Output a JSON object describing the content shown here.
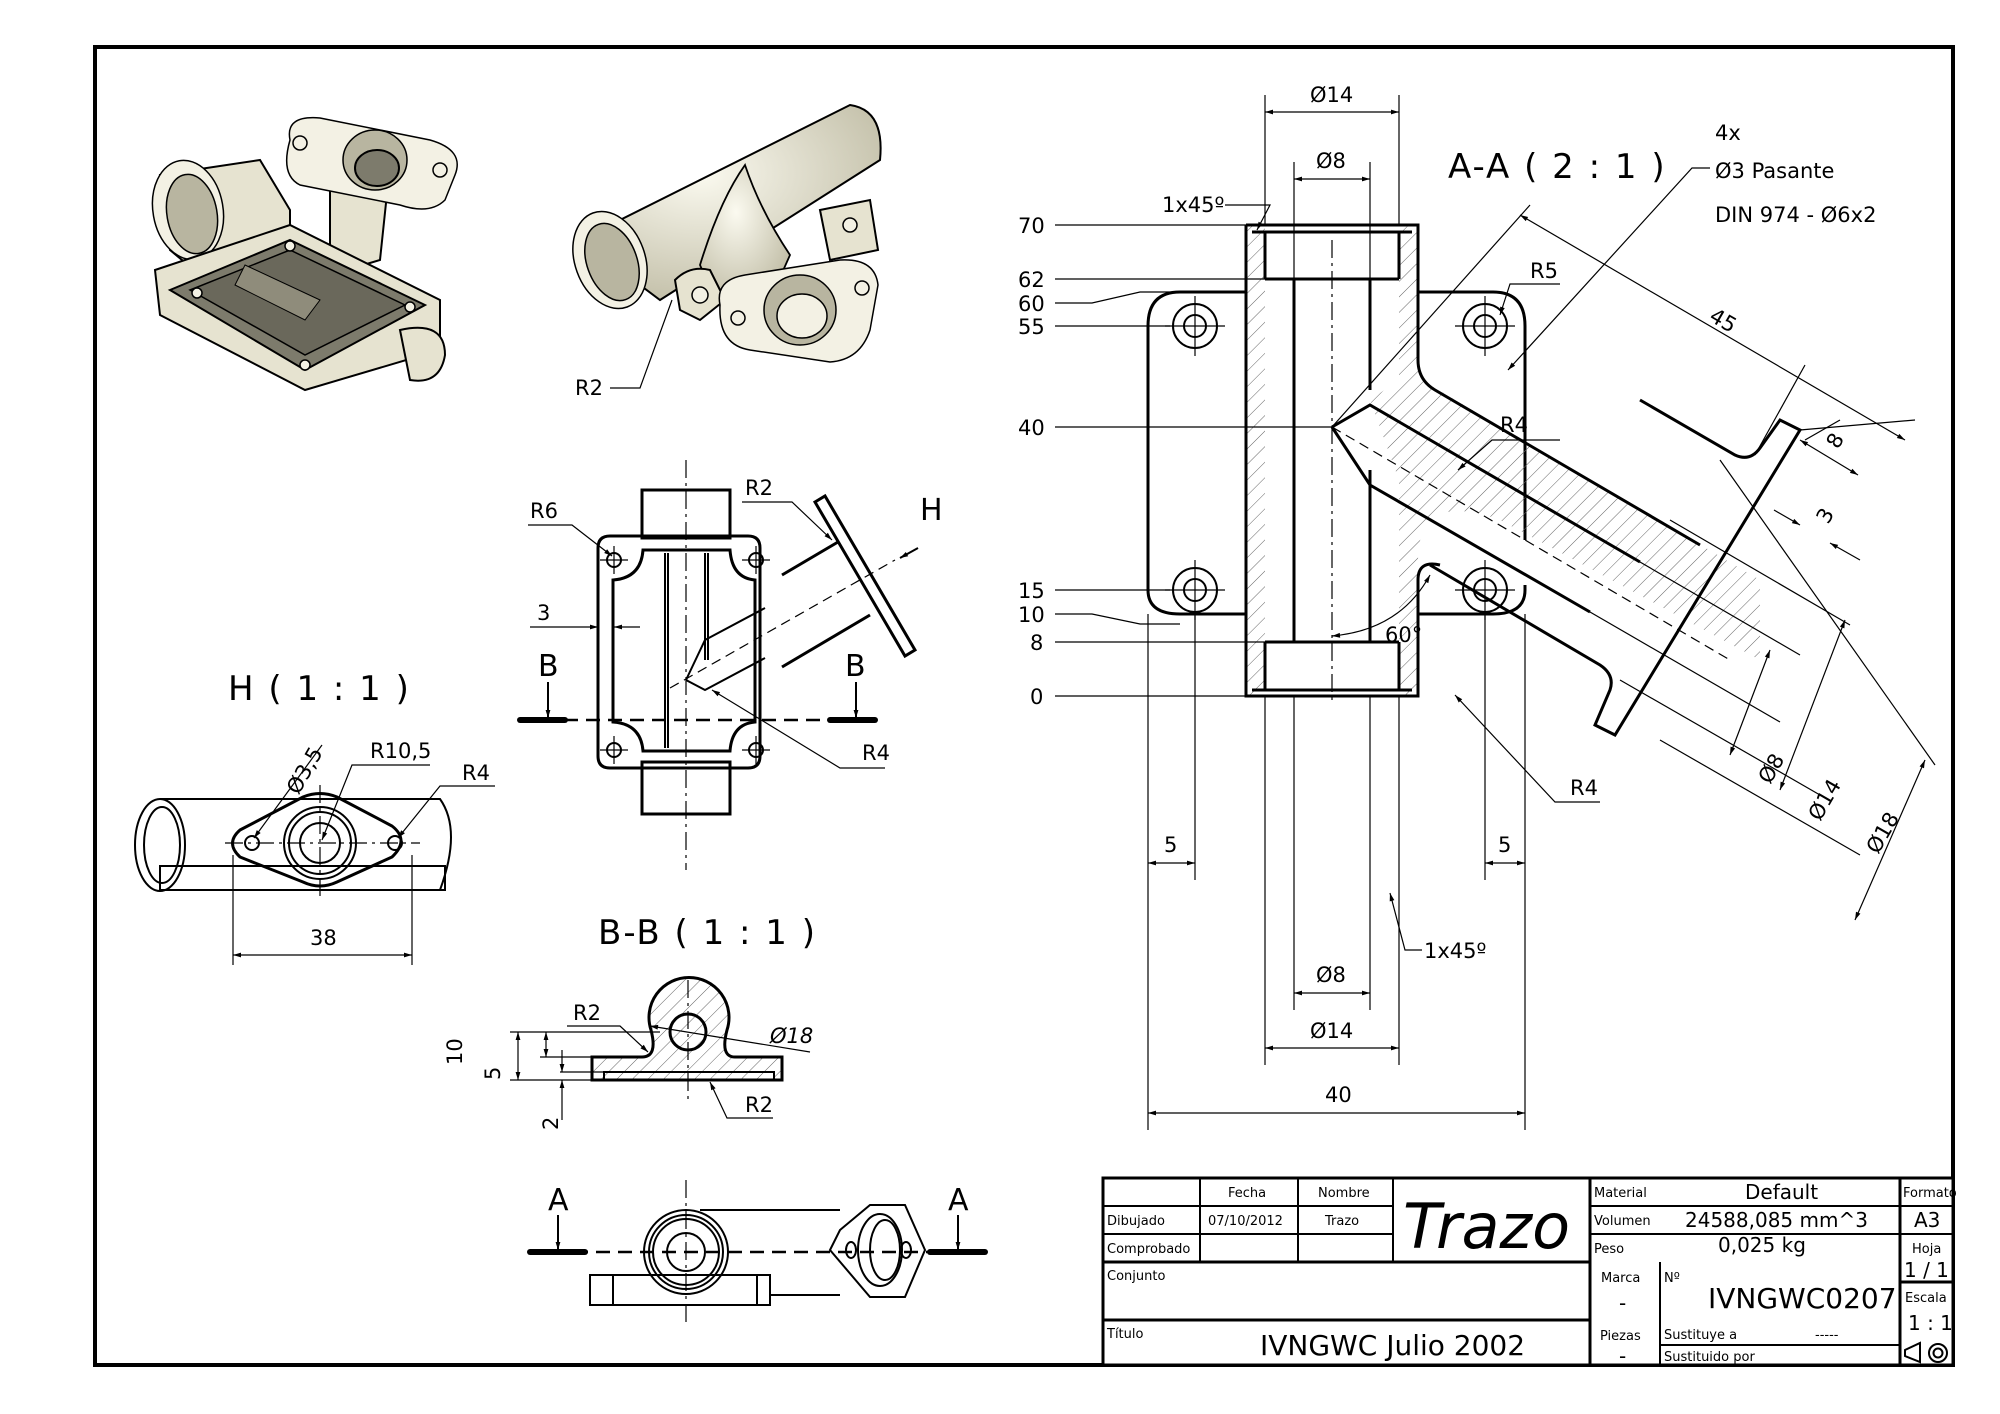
{
  "sheet": {
    "type": "technical drawing"
  },
  "views": {
    "section_aa": {
      "title": "A-A ( 2 : 1 )",
      "height_labels": [
        "70",
        "62",
        "60",
        "55",
        "40",
        "15",
        "10",
        "8",
        "0"
      ],
      "top_outer_dia": "Ø14",
      "top_inner_dia": "Ø8",
      "top_chamfer": "1x45º",
      "bottom_chamfer": "1x45º",
      "bottom_inner_dia": "Ø8",
      "bottom_outer_dia": "Ø14",
      "overall_width": "40",
      "left_offset": "5",
      "right_offset": "5",
      "angle": "60°",
      "fillet_r5": "R5",
      "fillet_r4_upper": "R4",
      "fillet_r4_lower": "R4",
      "length_45": "45",
      "flange_8": "8",
      "flange_3": "3",
      "branch_dia_8": "Ø8",
      "branch_dia_14": "Ø14",
      "branch_dia_18": "Ø18",
      "hole_note_count": "4x",
      "hole_note_type": "Ø3 Pasante",
      "hole_note_std": "DIN 974 - Ø6x2"
    },
    "iso_right": {
      "fillet": "R2"
    },
    "top_view": {
      "r6": "R6",
      "r2": "R2",
      "r4": "R4",
      "wall": "3",
      "cut_left": "B",
      "cut_right": "B",
      "view_arrow": "H"
    },
    "view_h": {
      "title": "H ( 1 : 1 )",
      "hole_dia": "Ø3,5",
      "r10_5": "R10,5",
      "r4": "R4",
      "span": "38"
    },
    "section_bb": {
      "title": "B-B ( 1 : 1 )",
      "r2_top": "R2",
      "r2_bottom": "R2",
      "dia": "Ø18",
      "h10": "10",
      "h5": "5",
      "h2": "2"
    },
    "front_view": {
      "cut_left": "A",
      "cut_right": "A"
    }
  },
  "title_block": {
    "col_fecha": "Fecha",
    "col_nombre": "Nombre",
    "row_dibujado": "Dibujado",
    "dibujado_fecha": "07/10/2012",
    "dibujado_nombre": "Trazo",
    "row_comprobado": "Comprobado",
    "logo": "Trazo",
    "conjunto_label": "Conjunto",
    "titulo_label": "Título",
    "titulo": "IVNGWC Julio 2002",
    "material_label": "Material",
    "material": "Default",
    "volumen_label": "Volumen",
    "volumen": "24588,085 mm^3",
    "peso_label": "Peso",
    "peso": "0,025 kg",
    "marca_label": "Marca",
    "marca": "-",
    "numero_label": "Nº",
    "numero": "IVNGWC0207",
    "piezas_label": "Piezas",
    "piezas": "-",
    "sustituye_label": "Sustituye a",
    "sustituye": "-----",
    "sustituido_label": "Sustituido por",
    "formato_label": "Formato",
    "formato": "A3",
    "hoja_label": "Hoja",
    "hoja": "1 / 1",
    "escala_label": "Escala",
    "escala": "1 : 1",
    "projection_symbol": "first-angle-projection-icon"
  }
}
